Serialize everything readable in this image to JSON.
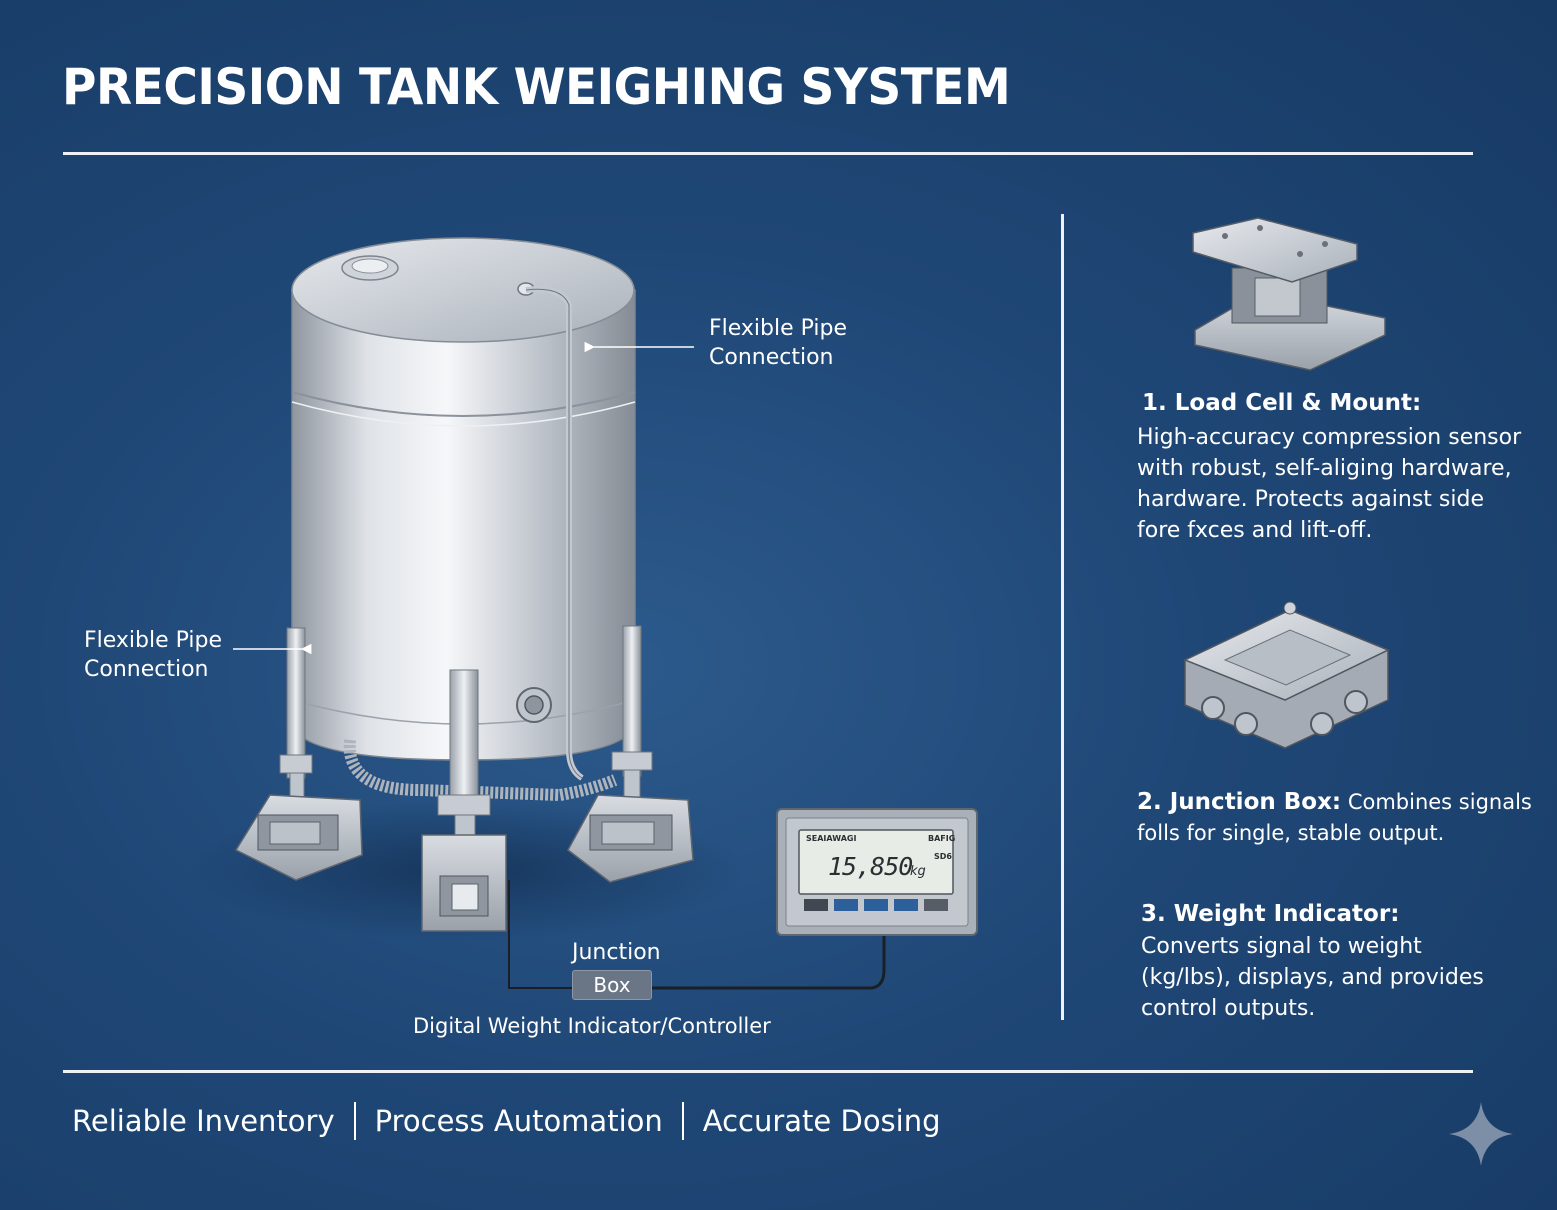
{
  "title": "PRECISION TANK WEIGHING SYSTEM",
  "diagram": {
    "label_pipe_right_1": "Flexible Pipe",
    "label_pipe_right_2": "Connection",
    "label_pipe_left_1": "Flexible Pipe",
    "label_pipe_left_2": "Connection",
    "label_junction": "Junction",
    "label_box": "Box",
    "label_indicator": "Digital Weight Indicator/Controller",
    "display": {
      "reading": "15,850",
      "unit": "kg",
      "brand": "SEAIAWAGI",
      "model": "BAFIG",
      "sub": "SD6"
    }
  },
  "components": [
    {
      "title": "1. Load Cell & Mount:",
      "desc_lines": [
        "High-accuracy compression sensor",
        "with robust, self-aliging hardware,",
        "hardware. Protects against side",
        "fore fxces and lift-off."
      ]
    },
    {
      "title": "2. Junction Box:",
      "desc_inline": "Combines signals",
      "desc_lines": [
        "folls for single, stable output."
      ]
    },
    {
      "title": "3. Weight Indicator:",
      "desc_lines": [
        "Converts signal to weight",
        "(kg/lbs), displays, and provides",
        "control outputs."
      ]
    }
  ],
  "footer": [
    "Reliable Inventory",
    "Process Automation",
    "Accurate Dosing"
  ],
  "colors": {
    "background": "#1f4776",
    "rule": "#eef2f7",
    "steel": "#c9ced6",
    "text": "#ffffff"
  }
}
